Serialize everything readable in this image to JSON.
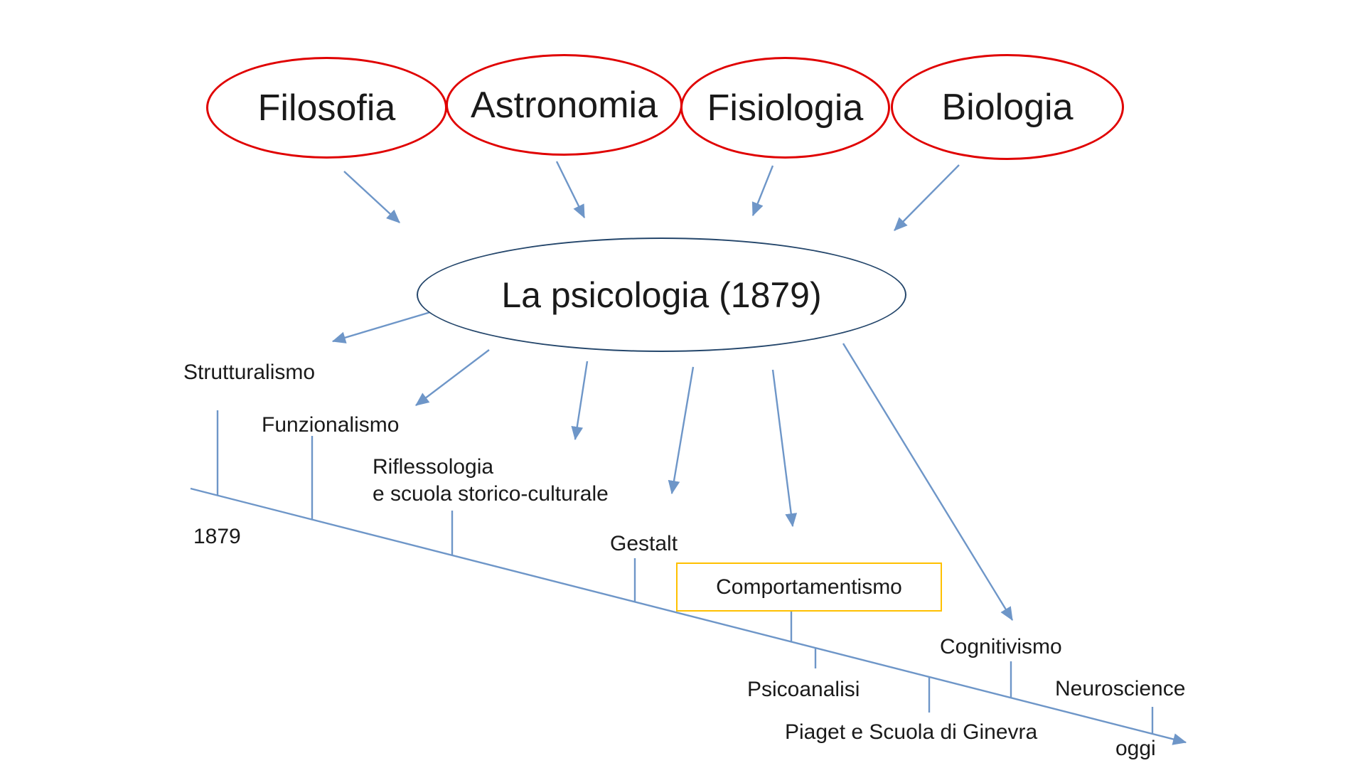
{
  "colors": {
    "source_outline": "#e00000",
    "center_outline": "#24466b",
    "connector_blue": "#6e96c8",
    "highlight_box": "#ffc000",
    "text": "#1a1a1a",
    "background": "#ffffff"
  },
  "sources": [
    {
      "label": "Filosofia"
    },
    {
      "label": "Astronomia"
    },
    {
      "label": "Fisiologia"
    },
    {
      "label": "Biologia"
    }
  ],
  "center": {
    "label": "La psicologia (1879)"
  },
  "timeline": {
    "start_label": "1879",
    "end_label": "oggi"
  },
  "schools": [
    {
      "label": "Strutturalismo"
    },
    {
      "label": "Funzionalismo"
    },
    {
      "label": "Riflessologia\ne scuola storico-culturale"
    },
    {
      "label": "Gestalt"
    },
    {
      "label": "Comportamentismo",
      "highlighted": true
    },
    {
      "label": "Psicoanalisi"
    },
    {
      "label": "Piaget e Scuola di Ginevra"
    },
    {
      "label": "Cognitivismo"
    },
    {
      "label": "Neuroscience"
    }
  ]
}
